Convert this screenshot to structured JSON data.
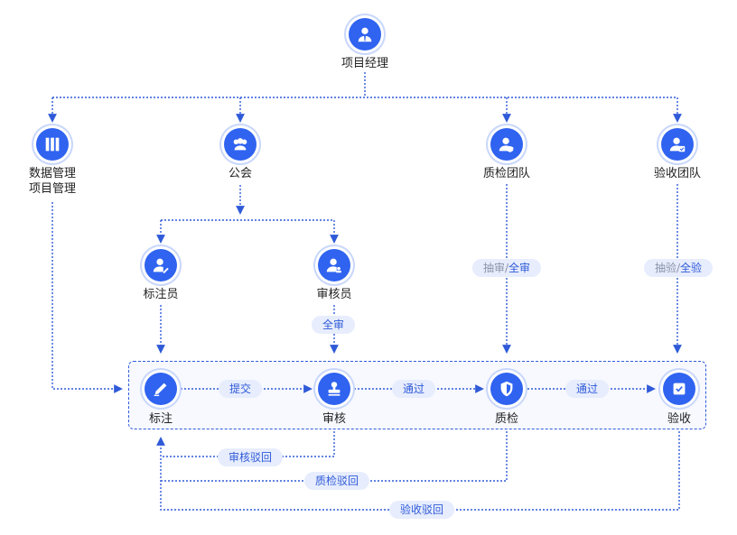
{
  "colors": {
    "accent": "#2f63f0",
    "line": "#2f5ad8",
    "pill_bg": "#e7edfd",
    "muted": "#8a93a8"
  },
  "nodes": {
    "manager": {
      "label": "项目经理",
      "icon": "manager-icon"
    },
    "data_mgmt": {
      "label_line1": "数据管理",
      "label_line2": "项目管理",
      "icon": "books-icon"
    },
    "guild": {
      "label": "公会",
      "icon": "group-icon"
    },
    "qc_team": {
      "label": "质检团队",
      "icon": "qc-team-icon"
    },
    "accept_team": {
      "label": "验收团队",
      "icon": "accept-team-icon"
    },
    "annotator": {
      "label": "标注员",
      "icon": "annotator-icon"
    },
    "reviewer": {
      "label": "审核员",
      "icon": "reviewer-icon"
    },
    "annotate": {
      "label": "标注",
      "icon": "pencil-icon"
    },
    "review": {
      "label": "审核",
      "icon": "stamp-icon"
    },
    "qc": {
      "label": "质检",
      "icon": "shield-icon"
    },
    "accept": {
      "label": "验收",
      "icon": "check-icon"
    }
  },
  "edges": {
    "reviewer_scope": "全审",
    "qc_scope_muted": "抽审",
    "qc_scope_sep": "/",
    "qc_scope": "全审",
    "accept_scope_muted": "抽验",
    "accept_scope_sep": "/",
    "accept_scope": "全验",
    "submit": "提交",
    "pass1": "通过",
    "pass2": "通过",
    "review_reject": "审核驳回",
    "qc_reject": "质检驳回",
    "accept_reject": "验收驳回"
  }
}
